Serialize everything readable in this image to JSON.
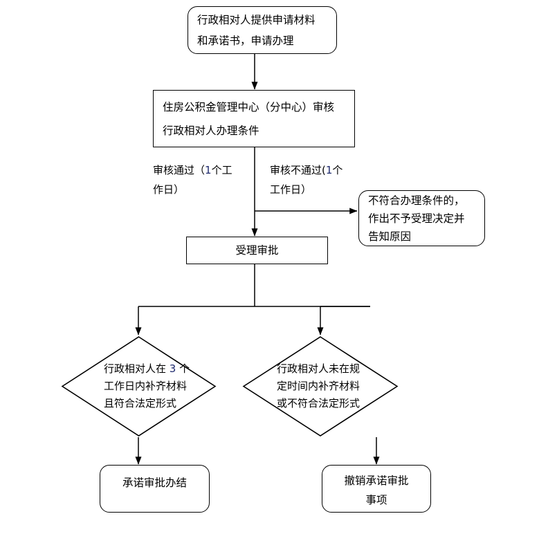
{
  "diagram": {
    "type": "flowchart",
    "title_text": "",
    "background_color": "#ffffff",
    "line_color": "#000000",
    "text_color": "#000000",
    "number_accent_color": "#1f2a6e"
  },
  "nodes": {
    "apply": {
      "shape": "rounded-rectangle",
      "lines": [
        "行政相对人提供申请材料",
        "和承诺书，申请办理"
      ]
    },
    "review": {
      "shape": "rectangle",
      "lines": [
        "住房公积金管理中心（分中心）审核",
        "行政相对人办理条件"
      ]
    },
    "reject": {
      "shape": "rounded-rectangle",
      "lines": [
        "不符合办理条件的，",
        "作出不予受理决定并",
        "告知原因"
      ]
    },
    "accept": {
      "shape": "rectangle",
      "lines": [
        "受理审批"
      ]
    },
    "decision_pass": {
      "shape": "diamond",
      "lines_prefix": [
        "行政相对人在 ",
        "工作日内补齐材料",
        "且符合法定形式"
      ],
      "line1_a": "行政相对人在 ",
      "line1_num": "3",
      "line1_b": " 个",
      "line2": "工作日内补齐材料",
      "line3": "且符合法定形式"
    },
    "decision_fail": {
      "shape": "diamond",
      "line1": "行政相对人未在规",
      "line2": "定时间内补齐材料",
      "line3": "或不符合法定形式"
    },
    "done": {
      "shape": "rounded-rectangle",
      "lines": [
        "承诺审批办结"
      ]
    },
    "cancel": {
      "shape": "rounded-rectangle",
      "lines": [
        "撤销承诺审批",
        "事项"
      ]
    }
  },
  "edge_labels": {
    "pass": {
      "line1_a": "审核通过（",
      "line1_num": "1",
      "line1_b": "个工",
      "line2": "作日）"
    },
    "fail": {
      "line1_a": "审核不通过(",
      "line1_num": "1",
      "line1_b": "个",
      "line2": "工作日）"
    }
  },
  "edges": [
    {
      "from": "apply",
      "to": "review",
      "style": "arrow-down"
    },
    {
      "from": "review",
      "to": "accept",
      "style": "arrow-down"
    },
    {
      "from": "review-branch",
      "to": "reject",
      "style": "arrow-right"
    },
    {
      "from": "accept",
      "to": "decision_pass",
      "style": "split-arrow-down"
    },
    {
      "from": "accept",
      "to": "decision_fail",
      "style": "split-arrow-down"
    },
    {
      "from": "decision_pass",
      "to": "done",
      "style": "arrow-down"
    },
    {
      "from": "decision_fail",
      "to": "cancel",
      "style": "arrow-down"
    }
  ]
}
